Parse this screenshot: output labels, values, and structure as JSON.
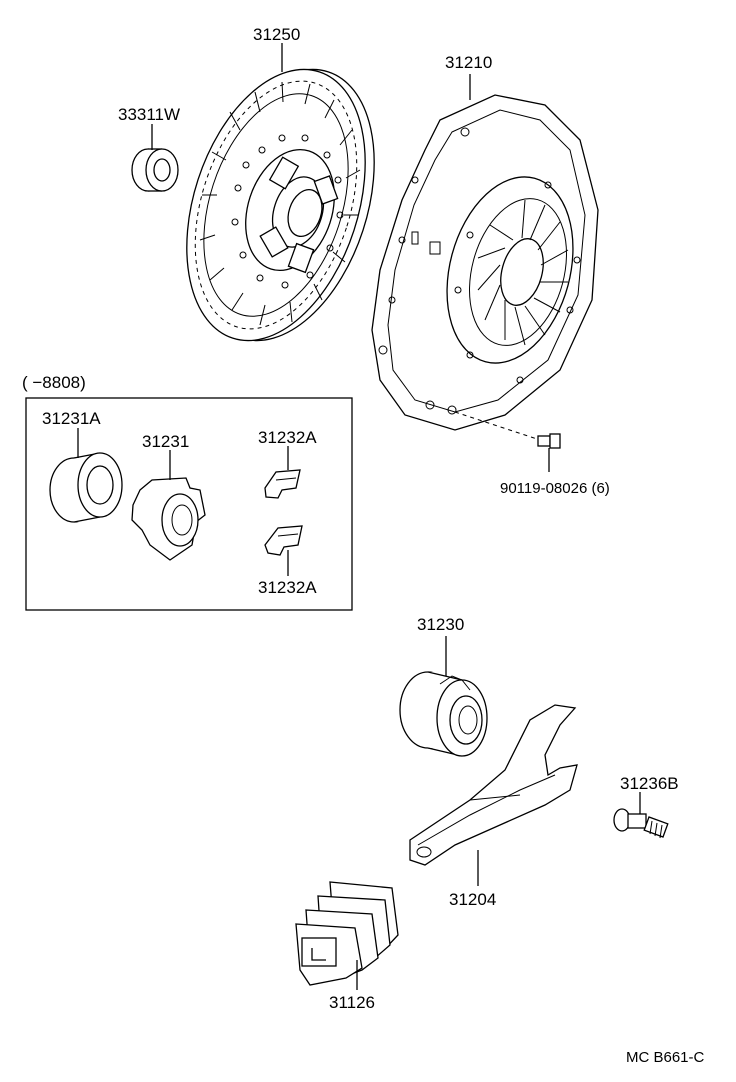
{
  "parts": {
    "disc": "31250",
    "pilot_bearing": "33311W",
    "cover": "31210",
    "bolt": "90119-08026 (6)",
    "release_bearing_a": "31231A",
    "hub": "31231",
    "clip_top": "31232A",
    "clip_bottom": "31232A",
    "release_bearing": "31230",
    "fork": "31204",
    "pivot": "31236B",
    "boot": "31126"
  },
  "group": {
    "range": "(        −8808)"
  },
  "footer": {
    "code": "MC  B661-C"
  }
}
